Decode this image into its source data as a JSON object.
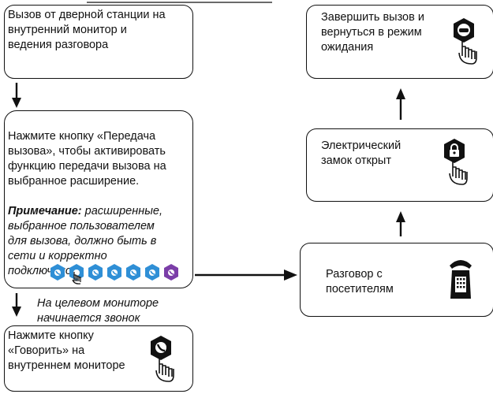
{
  "boxes": {
    "call_from_door": "Вызов от дверной станции на\nвнутренний монитор и\nведения разговора",
    "transfer_press_normal": "Нажмите кнопку «Передача\nвызова», чтобы активировать\nфункцию передачи вызова на\nвыбранное расширение.",
    "transfer_note_bold": "Примечание:",
    "transfer_note_rest": " расширенные,\nвыбранное пользователем\nдля вызова, должно быть в\nсети и корректно\nподключено.",
    "talk_press": "Нажмите кнопку\n«Говорить» на\nвнутреннем мониторе",
    "end_call": "Завершить вызов и\nвернуться в режим\nожидания",
    "lock_open": "Электрический\nзамок открыт",
    "talk_visitors": "Разговор с\nпосетителям"
  },
  "annotations": {
    "ring_target": "На целевом мониторе\nначинается звонок"
  },
  "colors": {
    "monitor_button": "#2f8fd6",
    "monitor_button_alt": "#7b3ea8",
    "line": "#111111"
  },
  "icons": {
    "monitor_buttons": [
      "phone-blue",
      "phone-blue-pressed",
      "phone-blue",
      "phone-blue",
      "phone-blue",
      "phone-blue",
      "phone-purple"
    ],
    "end_call": "handset-hand-icon",
    "unlock": "lock-hand-icon",
    "talk": "phone-hand-icon",
    "telephone": "desk-telephone-icon"
  }
}
